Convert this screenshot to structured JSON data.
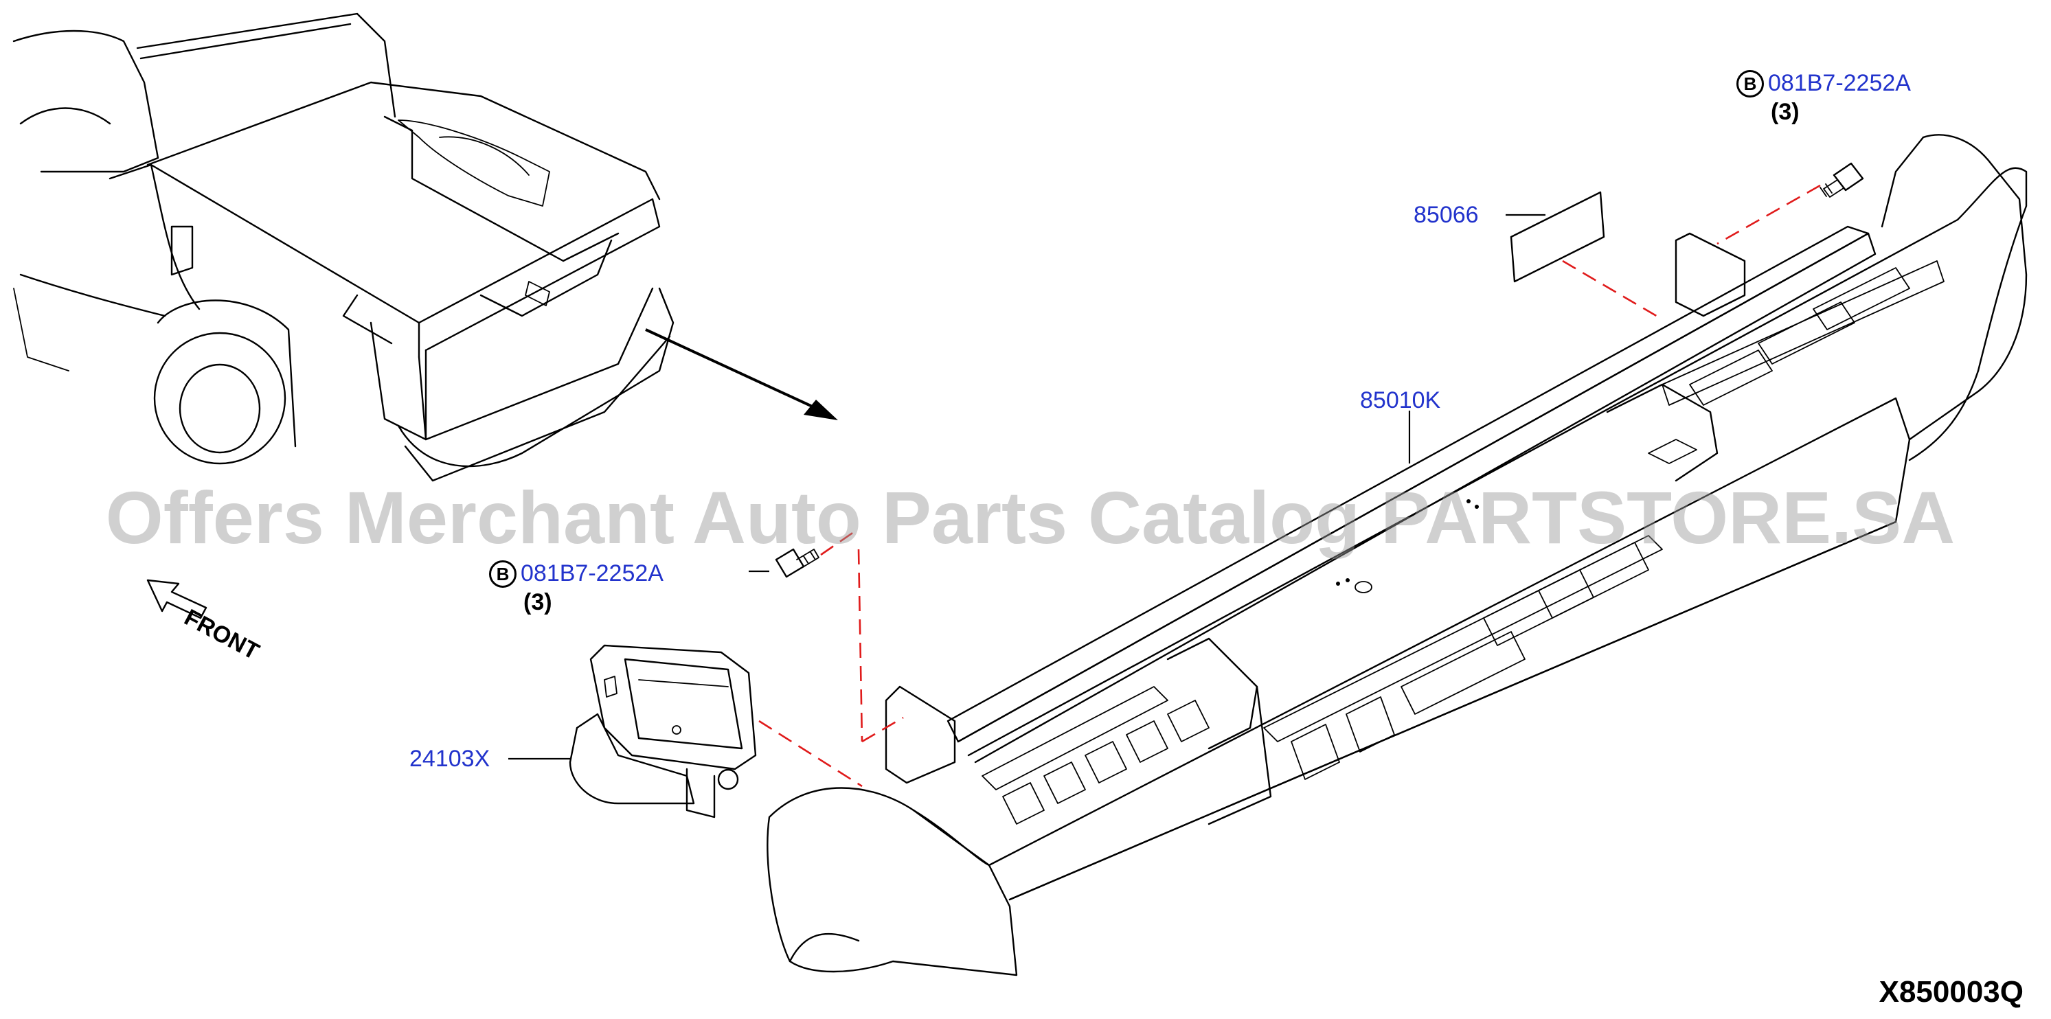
{
  "watermark": "Offers Merchant Auto Parts Catalog PARTSTORE.SA",
  "diagram_code": "X850003Q",
  "front_label": "FRONT",
  "colors": {
    "part_number": "#2233cc",
    "leader_dash": "#e01b1b",
    "watermark": "#969696"
  },
  "parts": [
    {
      "number": "081B7-2252A",
      "badge": "B",
      "qty": "(3)"
    },
    {
      "number": "85066"
    },
    {
      "number": "85010K"
    },
    {
      "number": "081B7-2252A",
      "badge": "B",
      "qty": "(3)"
    },
    {
      "number": "24103X"
    }
  ]
}
